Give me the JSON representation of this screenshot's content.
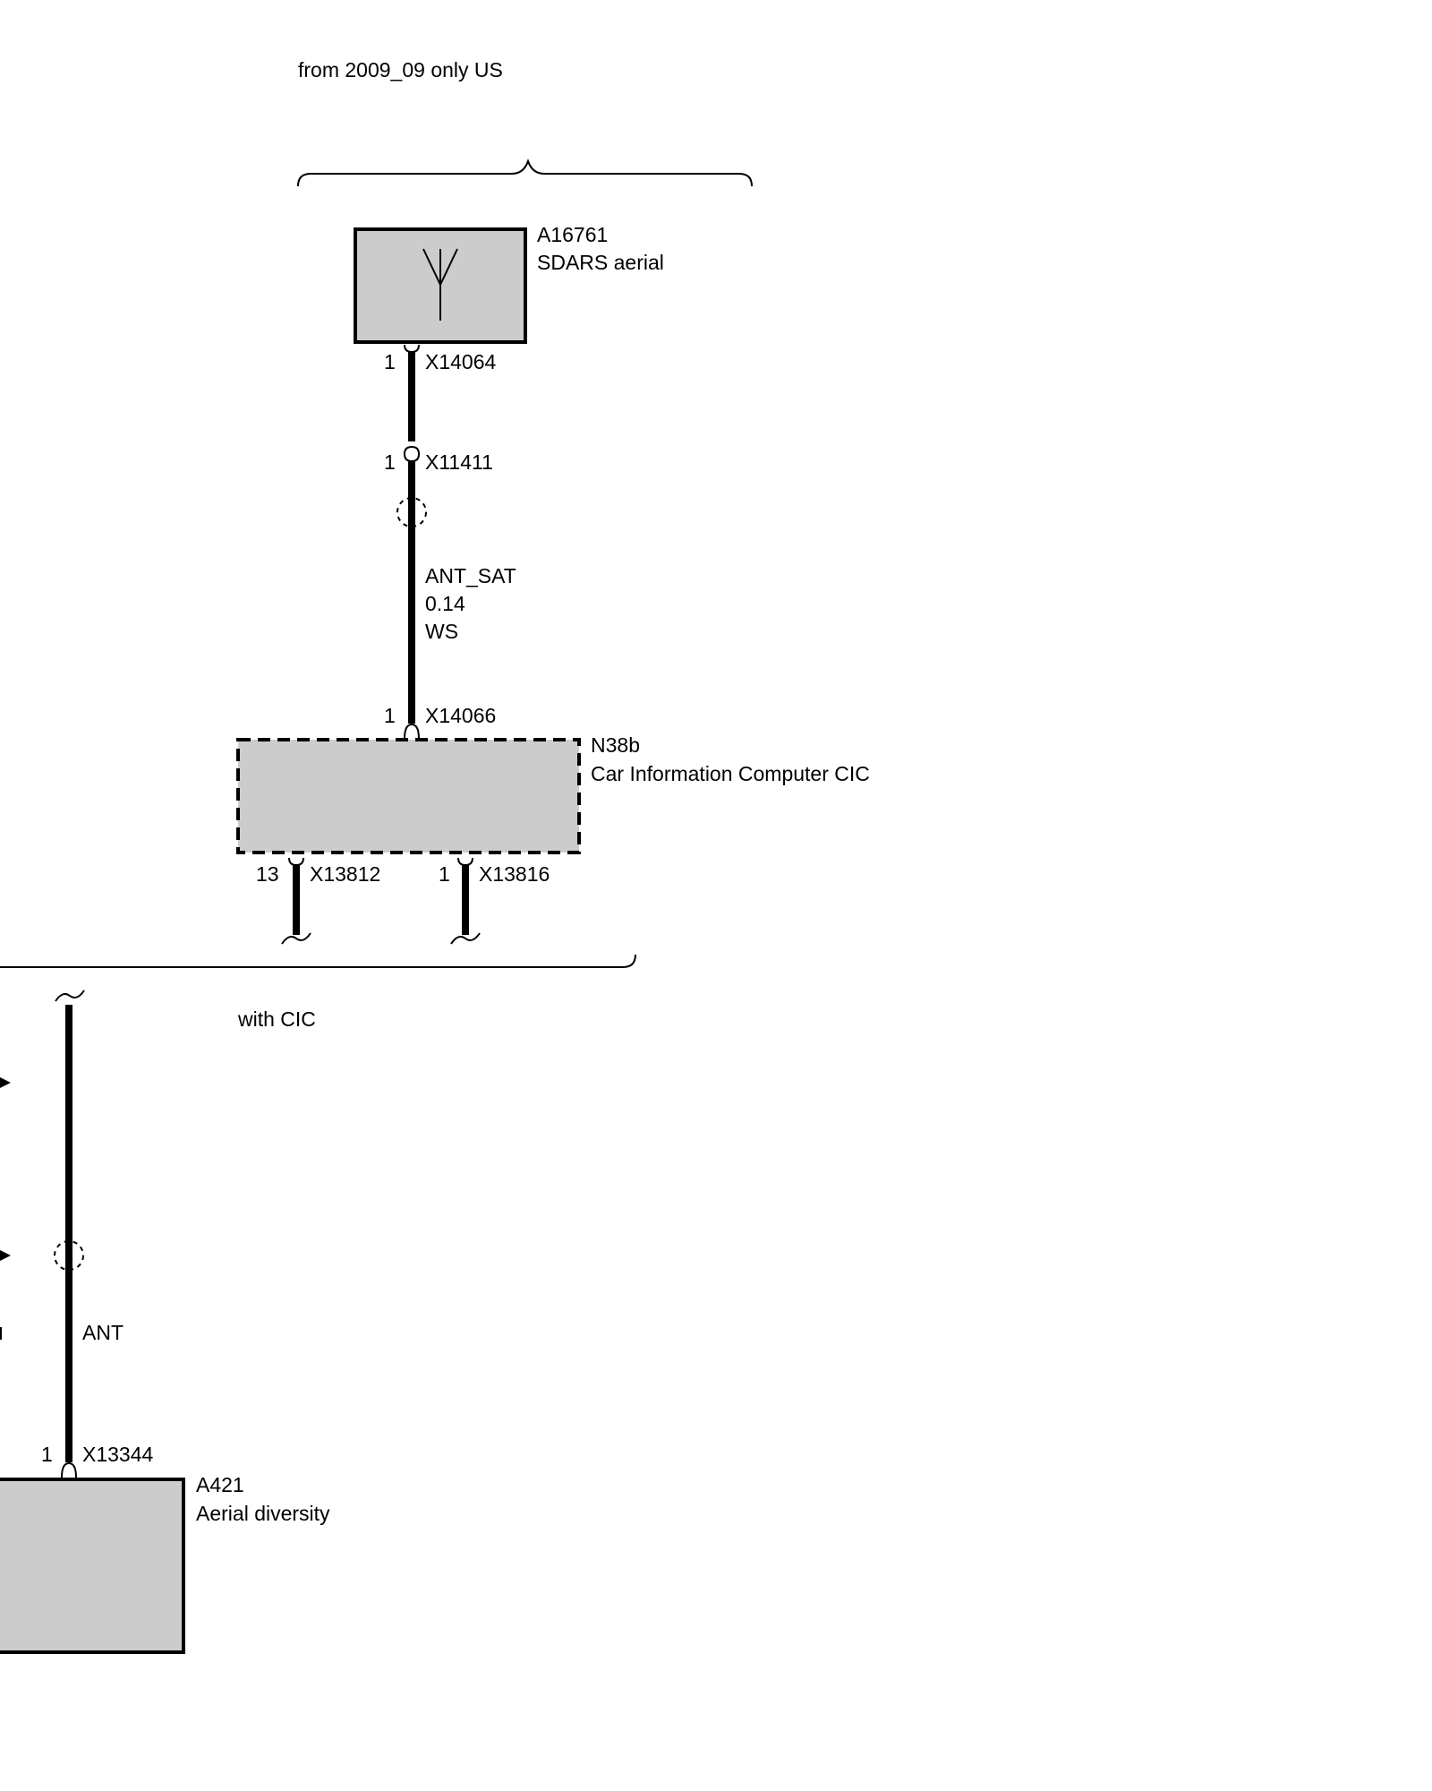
{
  "headers": {
    "variant_top": "from 2009_09 only US",
    "variant_bottom": "with CIC"
  },
  "components": {
    "sdars": {
      "id": "A16761",
      "name": "SDARS aerial",
      "symbol": "antenna-icon"
    },
    "cic": {
      "id": "N38b",
      "name": "Car Information Computer CIC"
    },
    "diversity": {
      "id": "A421",
      "name": "Aerial diversity"
    }
  },
  "connectors": {
    "x14064": {
      "pin": "1",
      "id": "X14064"
    },
    "x11411": {
      "pin": "1",
      "id": "X11411"
    },
    "x14066": {
      "pin": "1",
      "id": "X14066"
    },
    "x13812": {
      "pin": "13",
      "id": "X13812"
    },
    "x13816": {
      "pin": "1",
      "id": "X13816"
    },
    "x13344": {
      "pin": "1",
      "id": "X13344"
    }
  },
  "wires": {
    "ant_sat": {
      "signal": "ANT_SAT",
      "cross_section": "0.14",
      "color": "WS"
    },
    "ant": {
      "signal": "ANT"
    }
  },
  "colors": {
    "component_fill": "#cccccc",
    "line": "#000000",
    "background": "#ffffff"
  }
}
